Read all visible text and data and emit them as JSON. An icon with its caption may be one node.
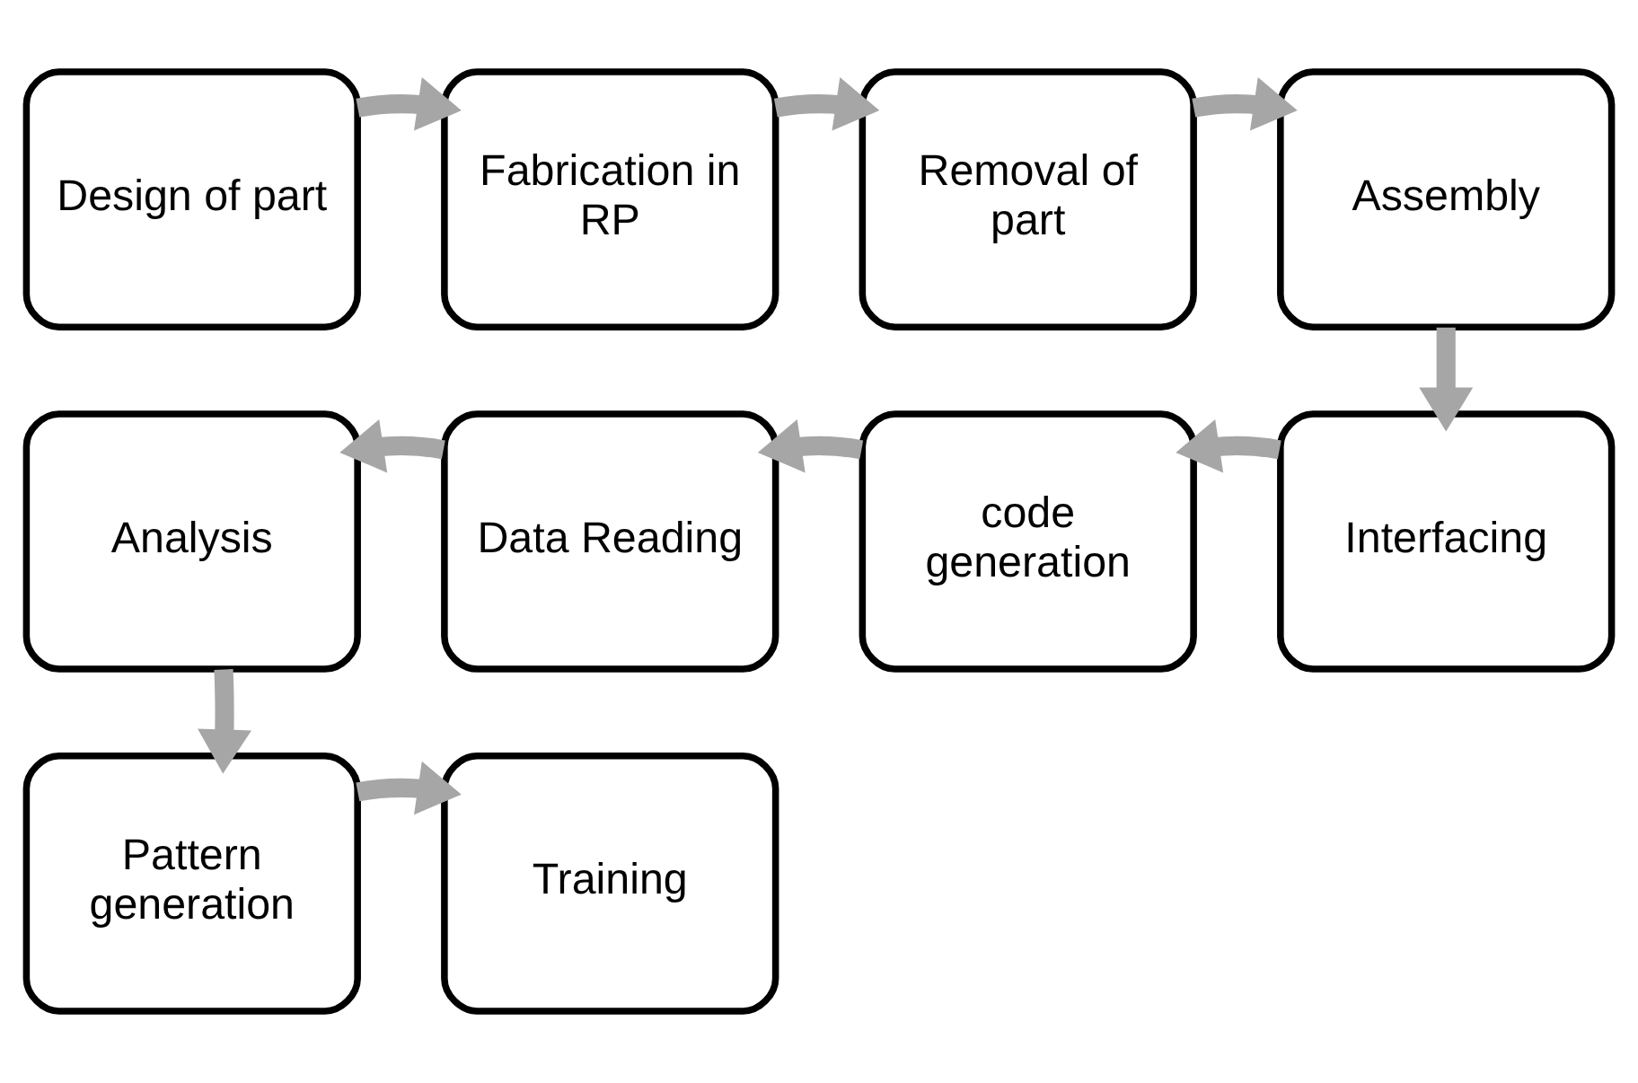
{
  "diagram": {
    "nodes": [
      {
        "text": [
          "Design of part"
        ]
      },
      {
        "text": [
          "Fabrication in RP"
        ]
      },
      {
        "text": [
          "Removal of part"
        ]
      },
      {
        "text": [
          "Assembly"
        ]
      },
      {
        "text": [
          "Interfacing"
        ]
      },
      {
        "text": [
          "code generation"
        ]
      },
      {
        "text": [
          "Data Reading"
        ]
      },
      {
        "text": [
          "Analysis"
        ]
      },
      {
        "text": [
          "Pattern generation"
        ]
      },
      {
        "text": [
          "Training"
        ]
      }
    ],
    "edges": [
      {
        "from": 0,
        "to": 1,
        "arrow": "to"
      },
      {
        "from": 1,
        "to": 2,
        "arrow": "to"
      },
      {
        "from": 2,
        "to": 3,
        "arrow": "to"
      },
      {
        "from": 3,
        "to": 4,
        "arrow": "to"
      },
      {
        "from": 4,
        "to": 5,
        "arrow": "to"
      },
      {
        "from": 5,
        "to": 6,
        "arrow": "to"
      },
      {
        "from": 6,
        "to": 7,
        "arrow": "to"
      },
      {
        "from": 7,
        "to": 8,
        "arrow": "to"
      },
      {
        "from": 8,
        "to": 9,
        "arrow": "to"
      }
    ]
  }
}
